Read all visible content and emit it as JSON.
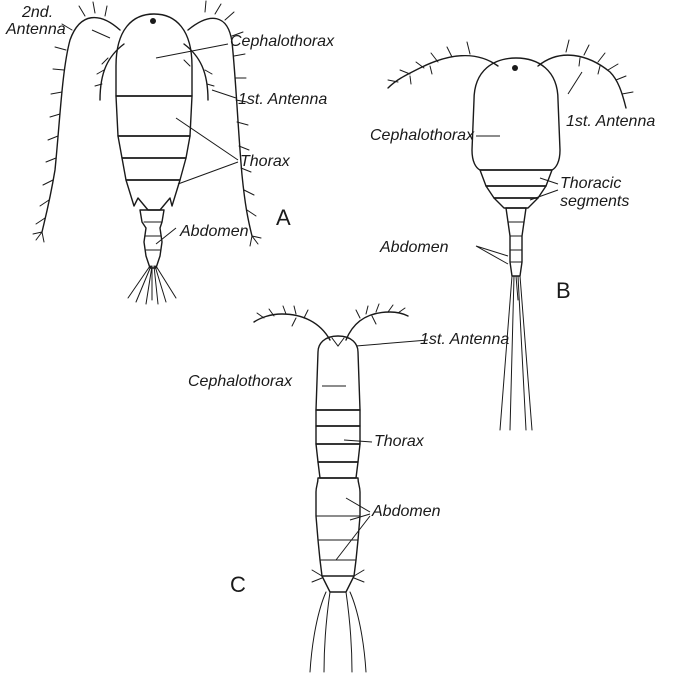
{
  "figure": {
    "panel_a": {
      "letter": "A",
      "labels": {
        "antenna2": [
          "2nd.",
          "Antenna"
        ],
        "cephalothorax": "Cephalothorax",
        "antenna1": "1st. Antenna",
        "thorax": "Thorax",
        "abdomen": "Abdomen"
      }
    },
    "panel_b": {
      "letter": "B",
      "labels": {
        "antenna1": "1st. Antenna",
        "cephalothorax": "Cephalothorax",
        "thoracic_segments": [
          "Thoracic",
          "segments"
        ],
        "abdomen": "Abdomen"
      }
    },
    "panel_c": {
      "letter": "C",
      "labels": {
        "antenna1": "1st. Antenna",
        "cephalothorax": "Cephalothorax",
        "thorax": "Thorax",
        "abdomen": "Abdomen"
      }
    }
  }
}
